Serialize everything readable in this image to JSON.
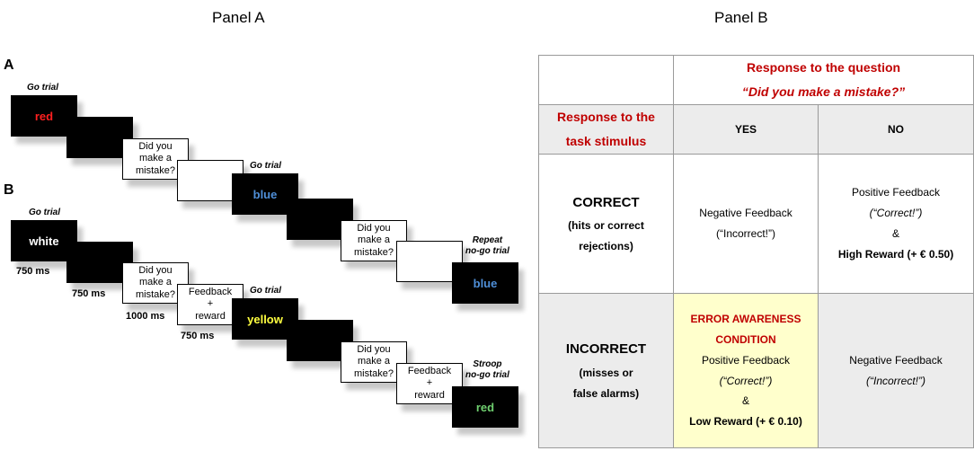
{
  "panel_a": {
    "title": "Panel A",
    "label_a": "A",
    "label_b": "B",
    "seq_a": {
      "caption_go1": "Go trial",
      "stim_red": "red",
      "question": [
        "Did you",
        "make a",
        "mistake?"
      ],
      "caption_go2": "Go trial",
      "stim_blue": "blue",
      "question2": [
        "Did you",
        "make a",
        "mistake?"
      ],
      "caption_repeat": [
        "Repeat",
        "no-go trial"
      ],
      "stim_blue2": "blue"
    },
    "seq_b": {
      "caption_go1": "Go trial",
      "stim_white": "white",
      "dur1": "750 ms",
      "dur2": "750 ms",
      "question": [
        "Did you",
        "make a",
        "mistake?"
      ],
      "dur3": "1000 ms",
      "feedback": [
        "Feedback",
        "+",
        "reward"
      ],
      "dur4": "750 ms",
      "caption_go2": "Go trial",
      "stim_yellow": "yellow",
      "question2": [
        "Did you",
        "make a",
        "mistake?"
      ],
      "feedback2": [
        "Feedback",
        "+",
        "reward"
      ],
      "caption_stroop": [
        "Stroop",
        "no-go trial"
      ],
      "stim_red": "red"
    }
  },
  "panel_b": {
    "title": "Panel B",
    "header_q": [
      "Response to the question",
      "“Did you make a mistake?”"
    ],
    "header_task": [
      "Response to the",
      "task stimulus"
    ],
    "col_yes": "YES",
    "col_no": "NO",
    "row_correct": {
      "title": "CORRECT",
      "sub": [
        "(hits  or correct",
        "rejections)"
      ]
    },
    "correct_yes": [
      "Negative Feedback",
      "(“Incorrect!”)"
    ],
    "correct_no": [
      "Positive Feedback",
      "(“Correct!”)",
      "&",
      "High Reward (+ € 0.50)"
    ],
    "row_incorrect": {
      "title": "INCORRECT",
      "sub": [
        "(misses or",
        "false alarms)"
      ]
    },
    "incorrect_yes": [
      "ERROR AWARENESS",
      "CONDITION",
      "Positive Feedback",
      "(“Correct!”)",
      "&",
      "Low Reward (+ € 0.10)"
    ],
    "incorrect_no": [
      "Negative Feedback",
      "(“Incorrect!”)"
    ]
  },
  "colors": {
    "accent_red": "#c00000",
    "stim_red": "#ff2020",
    "stim_blue": "#4f8fd8",
    "stim_yellow": "#ffff40",
    "stim_green": "#6fcf6f",
    "highlight_cell": "#ffffcc",
    "gray_cell": "#ececec"
  }
}
